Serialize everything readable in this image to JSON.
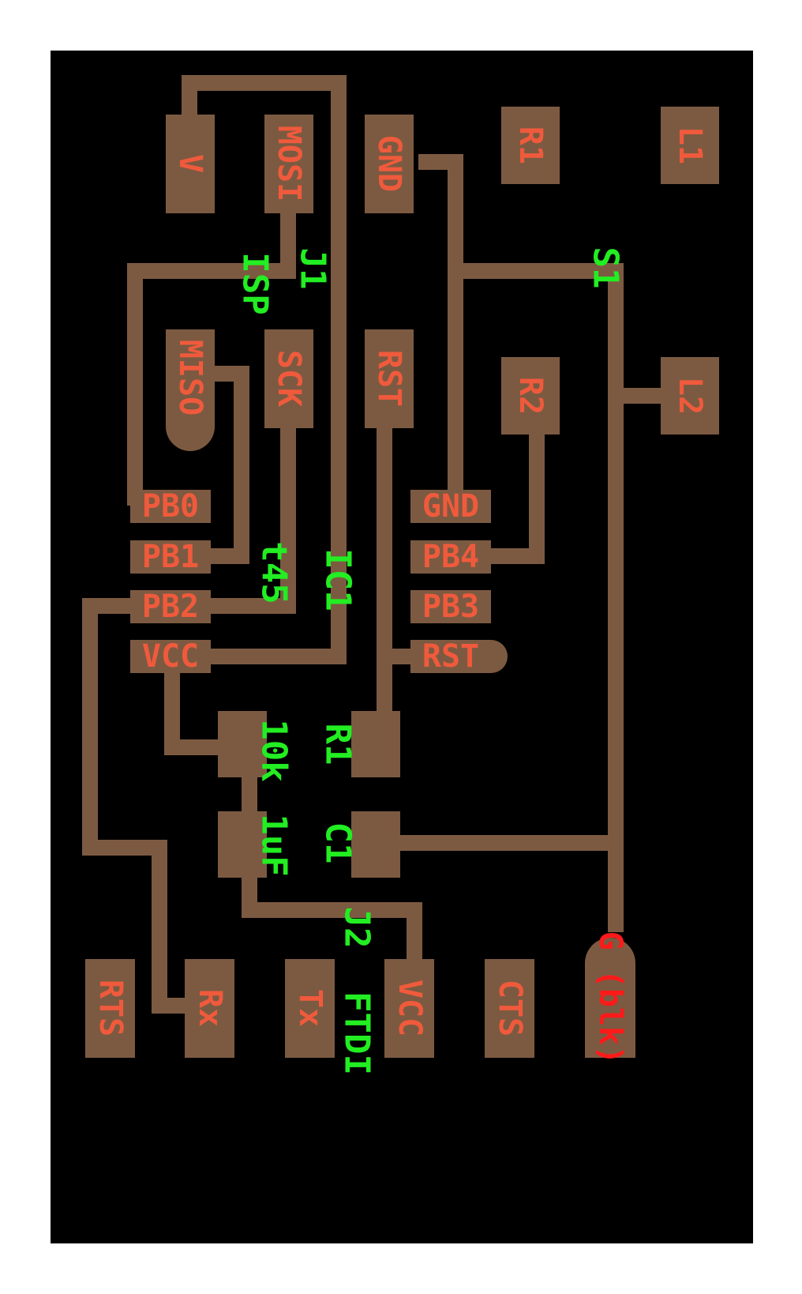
{
  "colors": {
    "background": "#ffffff",
    "board": "#000000",
    "copper": "#7c5a41",
    "pad_text": "#f05a3c",
    "ref_text": "#22ee22",
    "marker_text": "#ff1a1a"
  },
  "pads": {
    "v": "V",
    "mosi": "MOSI",
    "gnd_top": "GND",
    "r1_top": "R1",
    "l1": "L1",
    "miso": "MISO",
    "sck": "SCK",
    "rst_top": "RST",
    "r2": "R2",
    "l2": "L2",
    "pb0": "PB0",
    "pb1": "PB1",
    "pb2": "PB2",
    "vcc_ic": "VCC",
    "gnd_ic": "GND",
    "pb4": "PB4",
    "pb3": "PB3",
    "rst_ic": "RST",
    "rts": "RTS",
    "rx": "Rx",
    "tx": "Tx",
    "vcc_ftdi": "VCC",
    "cts": "CTS",
    "g_blk": "G (blk)"
  },
  "refs": {
    "j1": "J1",
    "isp": "ISP",
    "s1": "S1",
    "ic1": "IC1",
    "t45": "t45",
    "r1": "R1",
    "r1_value": "10k",
    "c1": "C1",
    "c1_value": "1uF",
    "j2": "J2",
    "ftdi": "FTDI"
  }
}
